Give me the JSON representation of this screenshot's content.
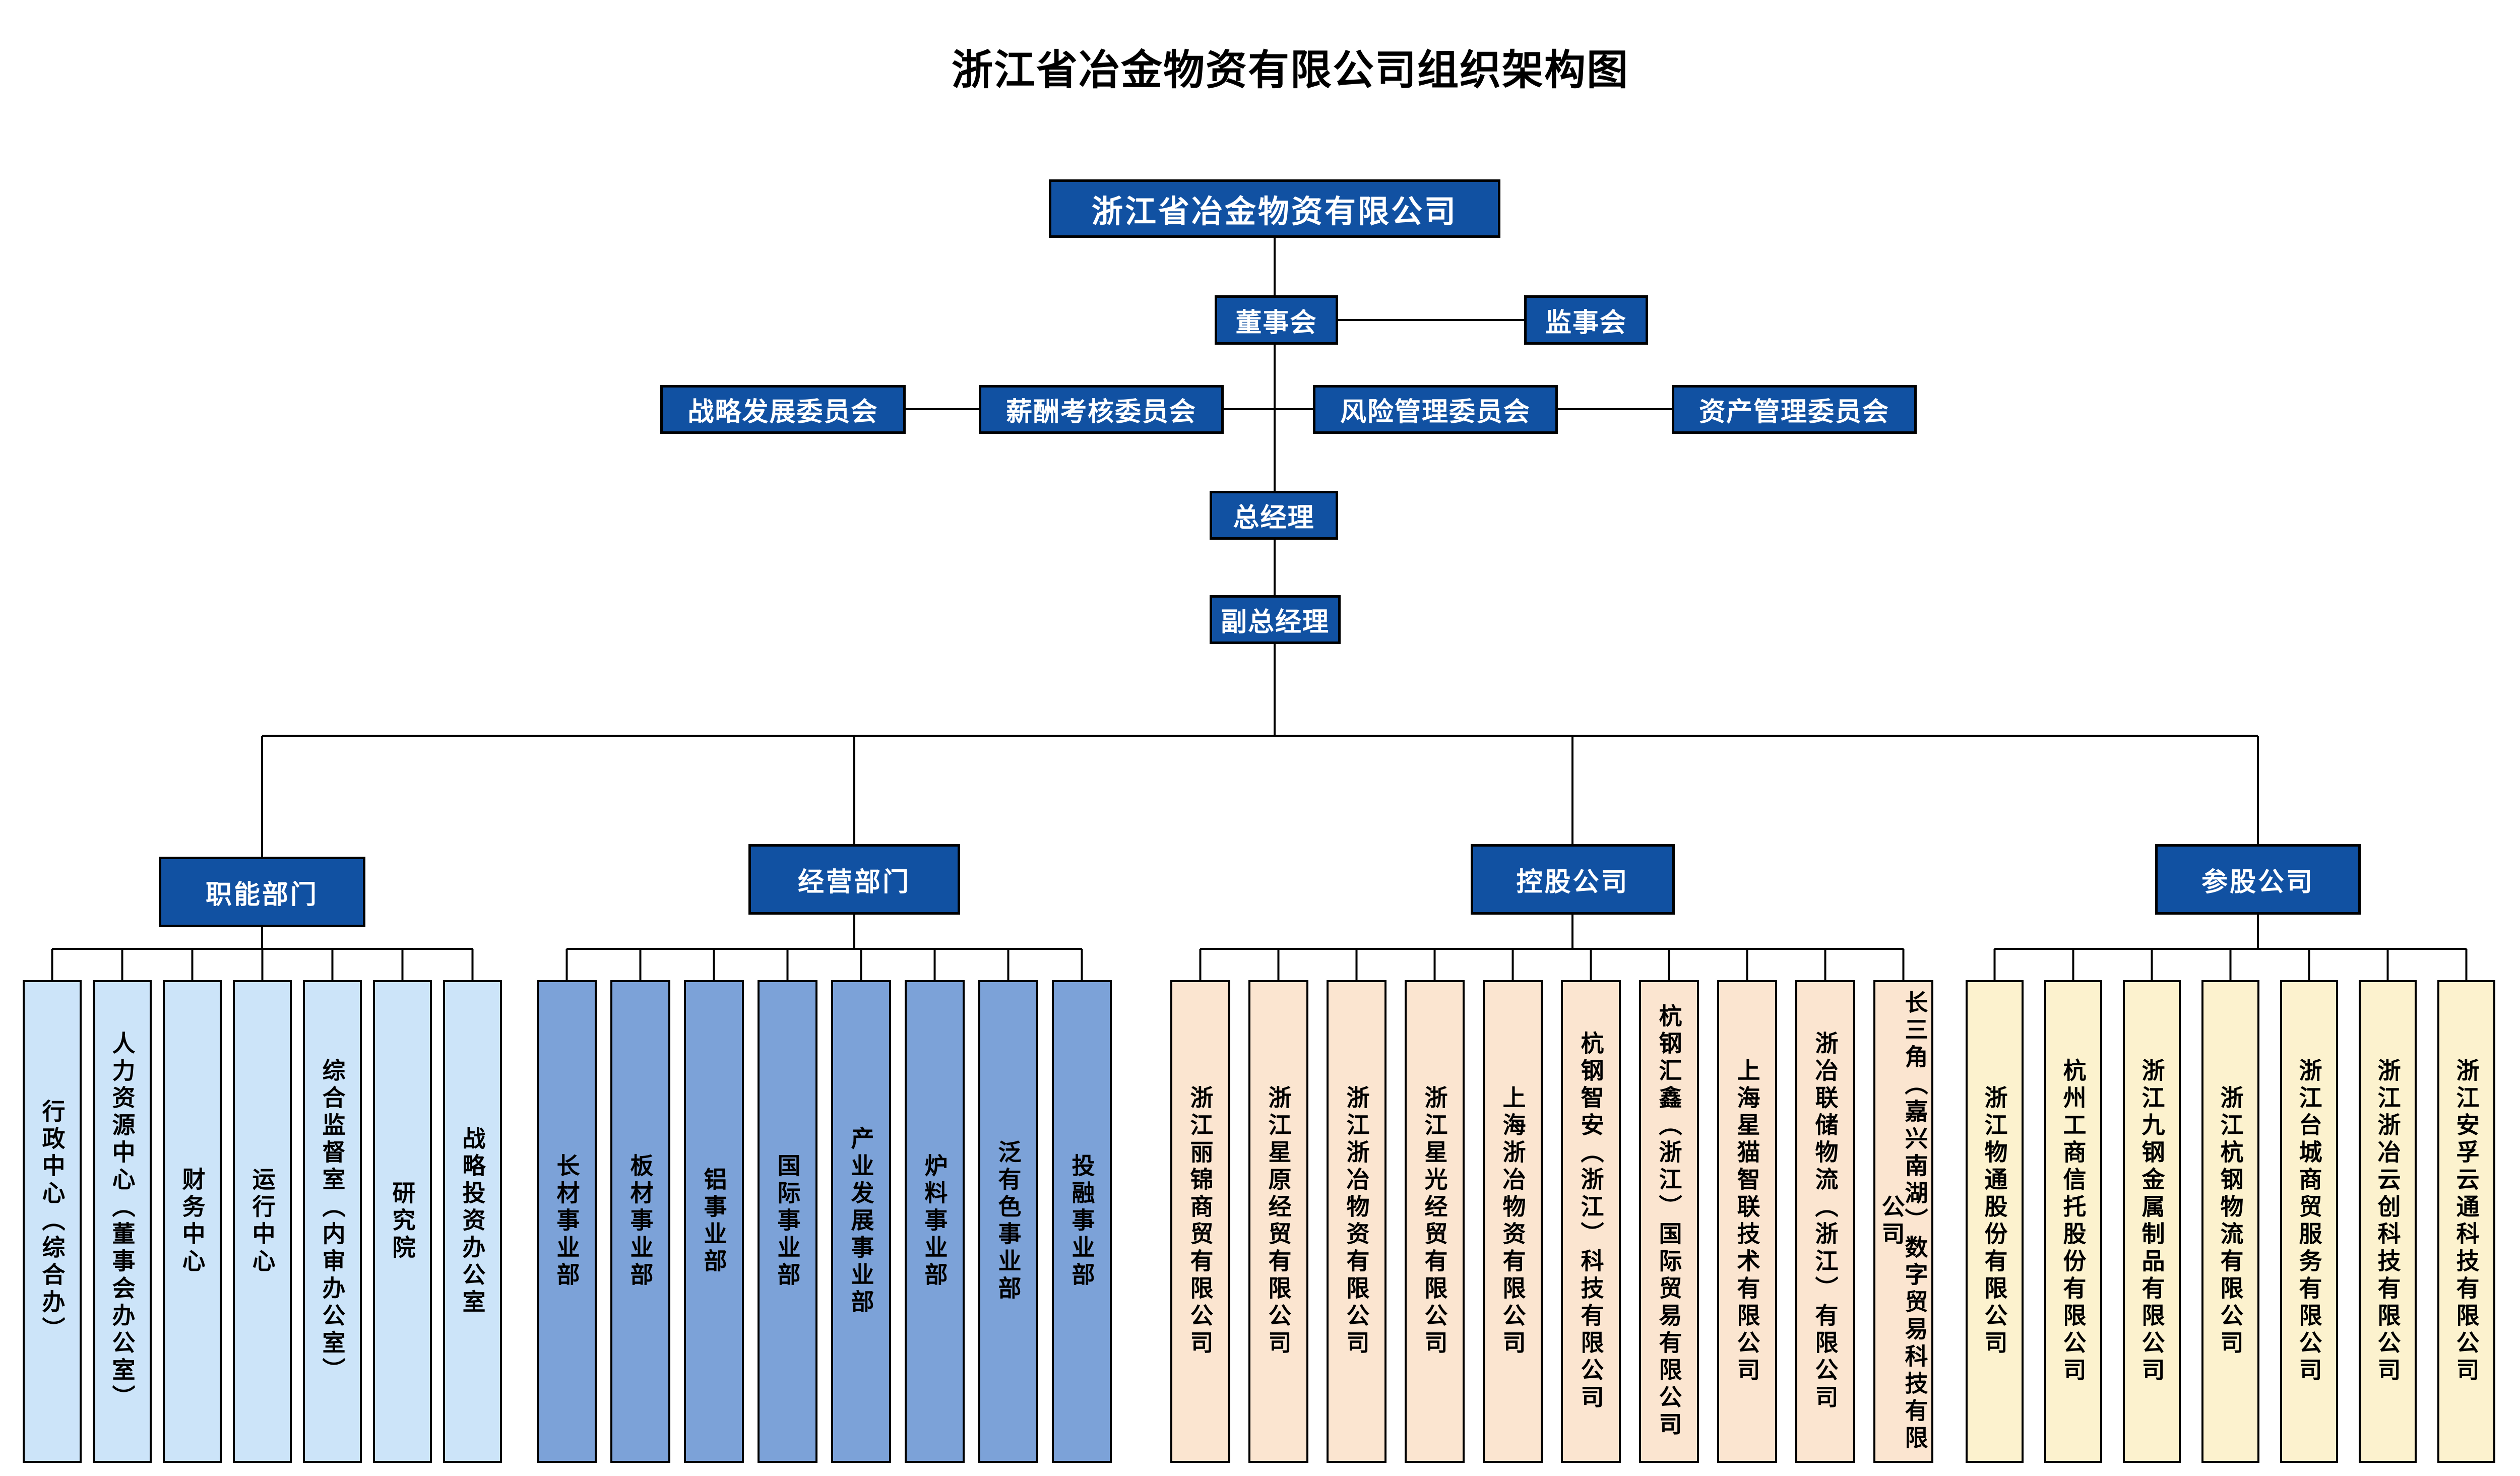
{
  "title": "浙江省冶金物资有限公司组织架构图",
  "root": {
    "label": "浙江省冶金物资有限公司"
  },
  "governance": {
    "board_label": "董事会",
    "supervisory_label": "监事会"
  },
  "committees": [
    "战略发展委员会",
    "薪酬考核委员会",
    "风险管理委员会",
    "资产管理委员会"
  ],
  "management": {
    "gm_label": "总经理",
    "dgm_label": "副总经理"
  },
  "groups": [
    {
      "label": "职能部门",
      "fill": "#CCE4F9",
      "children": [
        "行政中心（综合办）",
        "人力资源中心（董事会办公室）",
        "财务中心",
        "运行中心",
        "综合监督室（内审办公室）",
        "研究院",
        "战略投资办公室"
      ]
    },
    {
      "label": "经营部门",
      "fill": "#7CA2D8",
      "children": [
        "长材事业部",
        "板材事业部",
        "铝事业部",
        "国际事业部",
        "产业发展事业部",
        "炉料事业部",
        "泛有色事业部",
        "投融事业部"
      ]
    },
    {
      "label": "控股公司",
      "fill": "#FBE5D0",
      "children": [
        "浙江丽锦商贸有限公司",
        "浙江星原经贸有限公司",
        "浙江浙冶物资有限公司",
        "浙江星光经贸有限公司",
        "上海浙冶物资有限公司",
        "杭钢智安（浙江）科技有限公司",
        "杭钢汇鑫（浙江）国际贸易有限公司",
        "上海星猫智联技术有限公司",
        "浙冶联储物流（浙江）有限公司",
        "长三角（嘉兴南湖）数字贸易科技有限公司"
      ]
    },
    {
      "label": "参股公司",
      "fill": "#FCF2CE",
      "children": [
        "浙江物通股份有限公司",
        "杭州工商信托股份有限公司",
        "浙江九钢金属制品有限公司",
        "浙江杭钢物流有限公司",
        "浙江台城商贸服务有限公司",
        "浙江浙冶云创科技有限公司",
        "浙江安孚云通科技有限公司"
      ]
    }
  ],
  "palette": {
    "node_blue": "#1151A2",
    "functional_fill": "#CCE4F9",
    "business_fill": "#7CA2D8",
    "holding_fill": "#FBE5D0",
    "participation_fill": "#FCF2CE",
    "line_color": "#000000",
    "node_text": "#ffffff"
  }
}
